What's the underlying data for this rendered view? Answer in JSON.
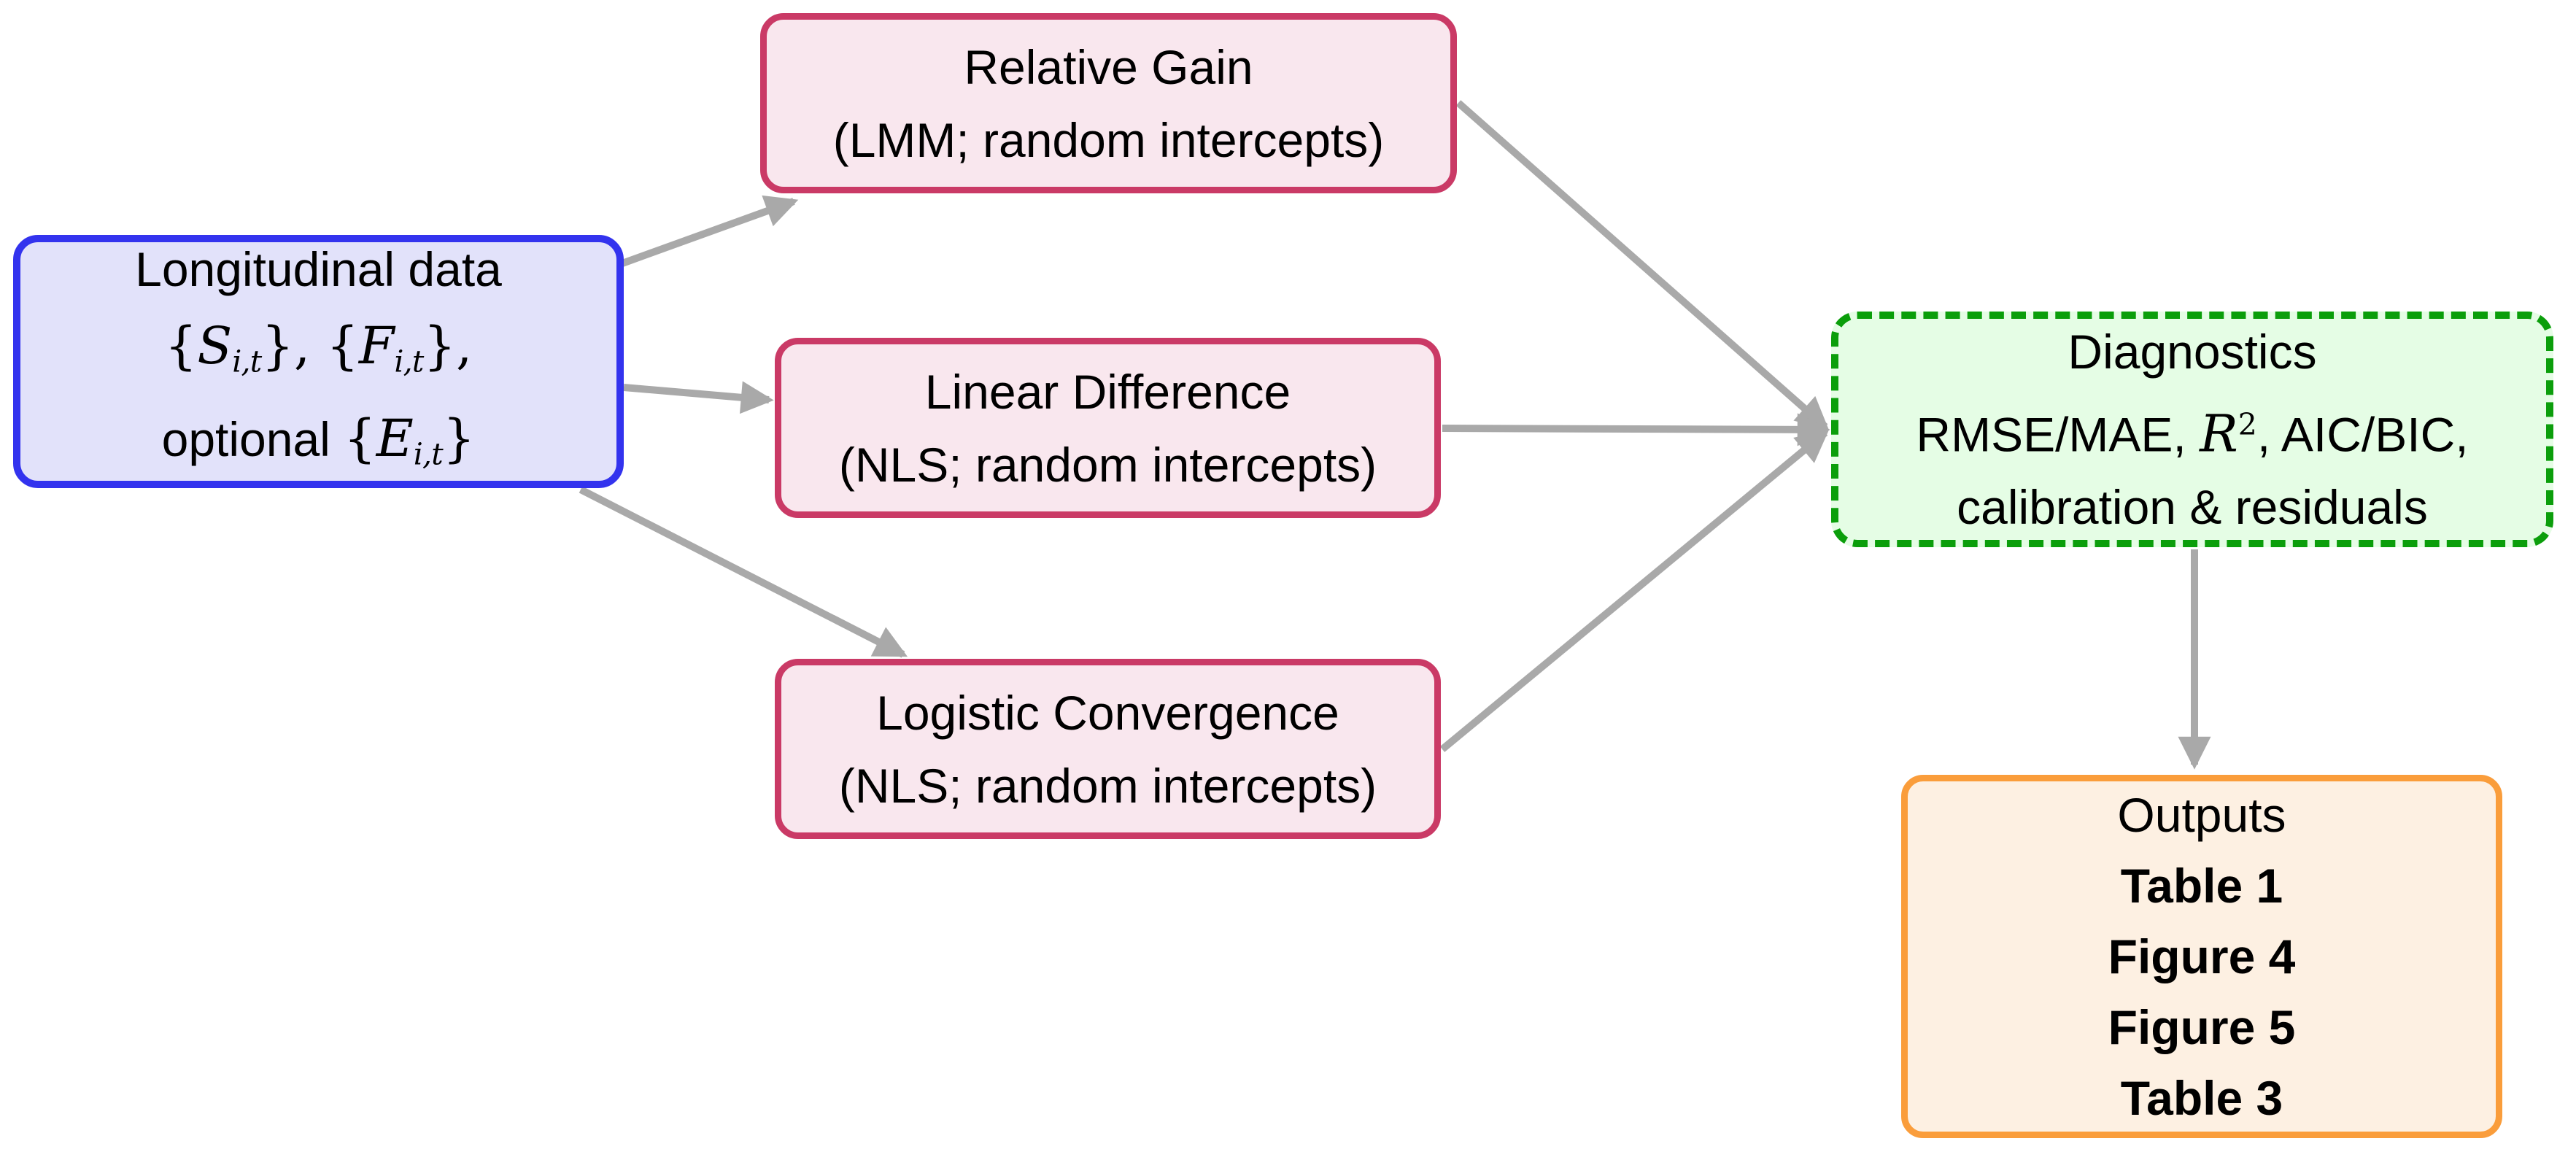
{
  "diagram": {
    "background": "#ffffff",
    "arrow_color": "#a9a9a9",
    "text_color": "#000000",
    "nodes": {
      "input": {
        "colors": {
          "border": "#3333ee",
          "fill": "#e2e2fa"
        },
        "lines": [
          [
            {
              "t": "Longitudinal data"
            }
          ],
          [
            {
              "t": "{",
              "s": "m"
            },
            {
              "t": "S",
              "s": "mi"
            },
            {
              "t": "i,t",
              "s": "msub"
            },
            {
              "t": "}, {",
              "s": "m"
            },
            {
              "t": "F",
              "s": "mi"
            },
            {
              "t": "i,t",
              "s": "msub"
            },
            {
              "t": "},",
              "s": "m"
            }
          ],
          [
            {
              "t": "optional "
            },
            {
              "t": "{",
              "s": "m"
            },
            {
              "t": "E",
              "s": "mi"
            },
            {
              "t": "i,t",
              "s": "msub"
            },
            {
              "t": "}",
              "s": "m"
            }
          ]
        ]
      },
      "relative_gain": {
        "colors": {
          "border": "#ca3a66",
          "fill": "#f9e7ee"
        },
        "lines": [
          [
            {
              "t": "Relative Gain"
            }
          ],
          [
            {
              "t": "(LMM; random intercepts)"
            }
          ]
        ]
      },
      "linear_difference": {
        "colors": {
          "border": "#ca3a66",
          "fill": "#f9e7ee"
        },
        "lines": [
          [
            {
              "t": "Linear Difference"
            }
          ],
          [
            {
              "t": "(NLS; random intercepts)"
            }
          ]
        ]
      },
      "logistic_convergence": {
        "colors": {
          "border": "#ca3a66",
          "fill": "#f9e7ee"
        },
        "lines": [
          [
            {
              "t": "Logistic Convergence"
            }
          ],
          [
            {
              "t": "(NLS; random intercepts)"
            }
          ]
        ]
      },
      "diagnostics": {
        "colors": {
          "border": "#0b9e0b",
          "fill": "#e5fde5"
        },
        "lines": [
          [
            {
              "t": "Diagnostics"
            }
          ],
          [
            {
              "t": "RMSE/MAE, "
            },
            {
              "t": "R",
              "s": "mi"
            },
            {
              "t": "2",
              "s": "sup"
            },
            {
              "t": ", AIC/BIC,"
            }
          ],
          [
            {
              "t": "calibration & residuals"
            }
          ]
        ]
      },
      "outputs": {
        "colors": {
          "border": "#fa9d3b",
          "fill": "#fdf0e2"
        },
        "lines": [
          [
            {
              "t": "Outputs"
            }
          ],
          [
            {
              "t": "Table 1",
              "s": "b"
            }
          ],
          [
            {
              "t": "Figure 4",
              "s": "b"
            }
          ],
          [
            {
              "t": "Figure 5",
              "s": "b"
            }
          ],
          [
            {
              "t": "Table 3",
              "s": "b"
            }
          ]
        ]
      }
    },
    "edges": [
      {
        "from": "input",
        "to": "relative_gain"
      },
      {
        "from": "input",
        "to": "linear_difference"
      },
      {
        "from": "input",
        "to": "logistic_convergence"
      },
      {
        "from": "relative_gain",
        "to": "diagnostics"
      },
      {
        "from": "linear_difference",
        "to": "diagnostics"
      },
      {
        "from": "logistic_convergence",
        "to": "diagnostics"
      },
      {
        "from": "diagnostics",
        "to": "outputs"
      }
    ]
  }
}
